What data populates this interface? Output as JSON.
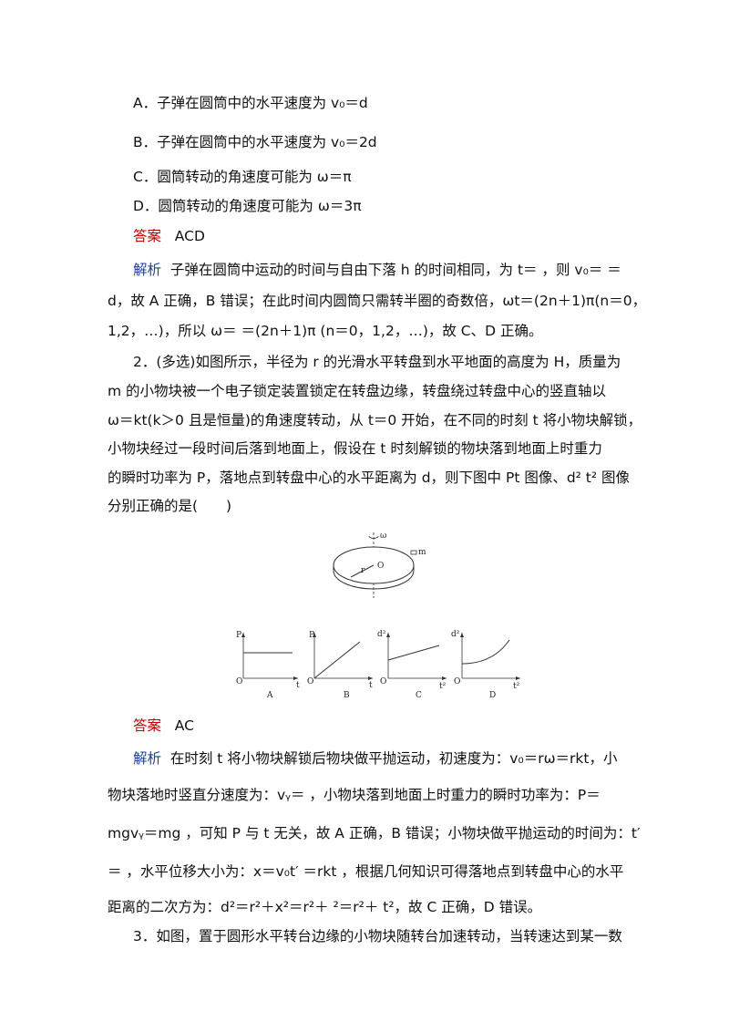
{
  "q1": {
    "optA": "A．子弹在圆筒中的水平速度为 v₀＝d",
    "optB": "B．子弹在圆筒中的水平速度为 v₀＝2d",
    "optC": "C．圆筒转动的角速度可能为 ω＝π",
    "optD": "D．圆筒转动的角速度可能为 ω＝3π",
    "answer_label": "答案",
    "answer_value": "ACD",
    "analysis_label": "解析",
    "analysis_line1": "子弹在圆筒中运动的时间与自由下落 h 的时间相同，为 t＝ ，则 v₀＝ ＝",
    "analysis_line2": "d，故 A 正确，B 错误；在此时间内圆筒只需转半圈的奇数倍，ωt＝(2n＋1)π(n＝0，",
    "analysis_line3": "1,2，…)，所以 ω＝ ＝(2n＋1)π (n＝0，1,2，…)，故 C、D 正确。"
  },
  "q2": {
    "stem1": "2．(多选)如图所示，半径为 r 的光滑水平转盘到水平地面的高度为 H，质量为",
    "stem2": "m 的小物块被一个电子锁定装置锁定在转盘边缘，转盘绕过转盘中心的竖直轴以",
    "stem3": "ω＝kt(k＞0 且是恒量)的角速度转动，从 t＝0 开始，在不同的时刻 t 将小物块解锁，",
    "stem4": "小物块经过一段时间后落到地面上，假设在 t 时刻解锁的物块落到地面上时重力",
    "stem5": "的瞬时功率为 P，落地点到转盘中心的水平距离为 d，则下图中 Pt 图像、d² t² 图像",
    "stem6": "分别正确的是(　　)",
    "disk_labels": {
      "omega": "ω",
      "m": "m",
      "r": "r",
      "O": "O"
    },
    "graphs": [
      {
        "caption": "A",
        "y": "P",
        "x": "t",
        "origin": "O"
      },
      {
        "caption": "B",
        "y": "P",
        "x": "t",
        "origin": "O"
      },
      {
        "caption": "C",
        "y": "d²",
        "x": "t²",
        "origin": "O"
      },
      {
        "caption": "D",
        "y": "d²",
        "x": "t²",
        "origin": "O"
      }
    ],
    "answer_label": "答案",
    "answer_value": "AC",
    "analysis_label": "解析",
    "analysis_line1": "在时刻 t 将小物块解锁后物块做平抛运动，初速度为：v₀＝rω＝rkt，小",
    "analysis_line2": "物块落地时竖直分速度为：vᵧ＝ ，小物块落到地面上时重力的瞬时功率为：P＝",
    "analysis_line3": "mgvᵧ＝mg ，可知 P 与 t 无关，故 A 正确，B 错误；小物块做平抛运动的时间为：t′",
    "analysis_line4": "＝ ，水平位移大小为：x＝v₀t′ ＝rkt ，根据几何知识可得落地点到转盘中心的水平",
    "analysis_line5": "距离的二次方为：d²＝r²＋x²＝r²＋ ²＝r²＋ t²，故 C 正确，D 错误。"
  },
  "q3": {
    "stem1": "3．如图，置于圆形水平转台边缘的小物块随转台加速转动，当转速达到某一数"
  }
}
